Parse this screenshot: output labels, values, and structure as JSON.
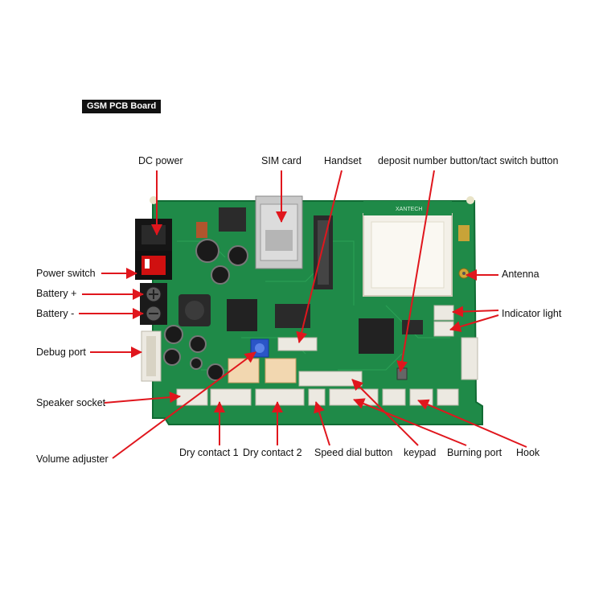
{
  "title": "GSM PCB Board",
  "colors": {
    "arrow": "#e0161d",
    "board": "#1f8a48",
    "board_dark": "#116b34",
    "connector": "#ece9e1",
    "text": "#111111"
  },
  "board": {
    "module_text": "XANTECH"
  },
  "labels": [
    {
      "id": "dc-power",
      "text": "DC power"
    },
    {
      "id": "sim-card",
      "text": "SIM card"
    },
    {
      "id": "handset",
      "text": "Handset"
    },
    {
      "id": "deposit-button",
      "text": "deposit number button/tact switch button"
    },
    {
      "id": "power-switch",
      "text": "Power switch"
    },
    {
      "id": "battery-plus",
      "text": "Battery +"
    },
    {
      "id": "battery-minus",
      "text": "Battery -"
    },
    {
      "id": "antenna",
      "text": "Antenna"
    },
    {
      "id": "indicator-light",
      "text": "Indicator light"
    },
    {
      "id": "debug-port",
      "text": "Debug port"
    },
    {
      "id": "speaker-socket",
      "text": "Speaker socket"
    },
    {
      "id": "volume-adjuster",
      "text": "Volume adjuster"
    },
    {
      "id": "dry-contact-1",
      "text": "Dry contact 1"
    },
    {
      "id": "dry-contact-2",
      "text": "Dry contact 2"
    },
    {
      "id": "speed-dial-button",
      "text": "Speed dial button"
    },
    {
      "id": "keypad",
      "text": "keypad"
    },
    {
      "id": "burning-port",
      "text": "Burning port"
    },
    {
      "id": "hook",
      "text": "Hook"
    }
  ]
}
